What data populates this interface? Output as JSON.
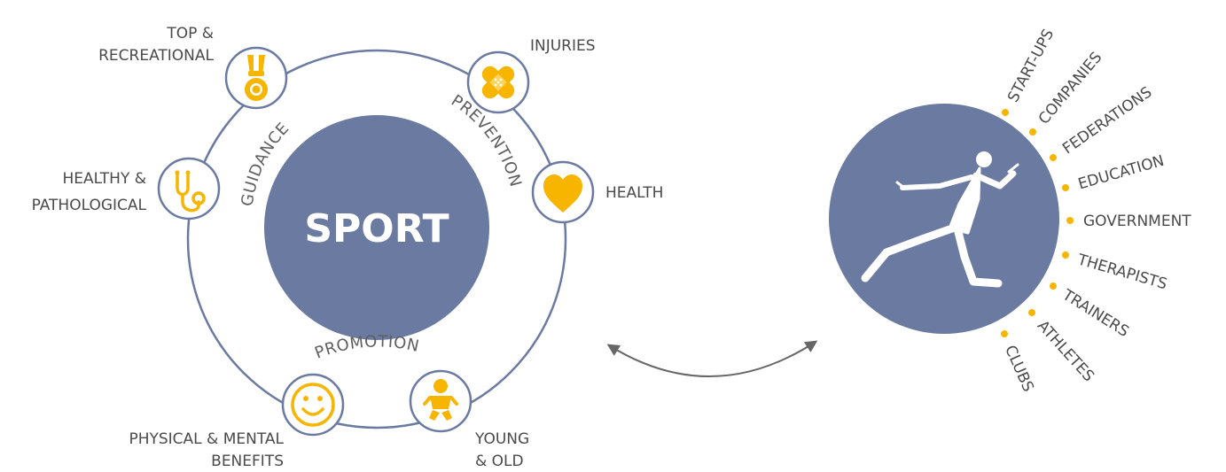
{
  "center": {
    "label": "SPORT"
  },
  "arcs": {
    "guidance": "GUIDANCE",
    "prevention": "PREVENTION",
    "promotion": "PROMOTION"
  },
  "nodes": {
    "top": {
      "line1": "TOP &",
      "line2": "RECREATIONAL",
      "icon": "medal-icon"
    },
    "injuries": {
      "line1": "INJURIES",
      "icon": "bandage-icon"
    },
    "health": {
      "line1": "HEALTH",
      "icon": "heart-icon"
    },
    "healthy": {
      "line1": "HEALTHY &",
      "line2": "PATHOLOGICAL",
      "icon": "stethoscope-icon"
    },
    "physical": {
      "line1": "PHYSICAL & MENTAL",
      "line2": "BENEFITS",
      "icon": "smiley-icon"
    },
    "young": {
      "line1": "YOUNG",
      "line2": "& OLD",
      "icon": "baby-icon"
    }
  },
  "stakeholders": [
    "START-UPS",
    "COMPANIES",
    "FEDERATIONS",
    "EDUCATION",
    "GOVERNMENT",
    "THERAPISTS",
    "TRAINERS",
    "ATHLETES",
    "CLUBS"
  ],
  "colors": {
    "primary": "#6b7aa1",
    "accent": "#f7b500",
    "text": "#4a4a4a",
    "arrow": "#666666"
  }
}
